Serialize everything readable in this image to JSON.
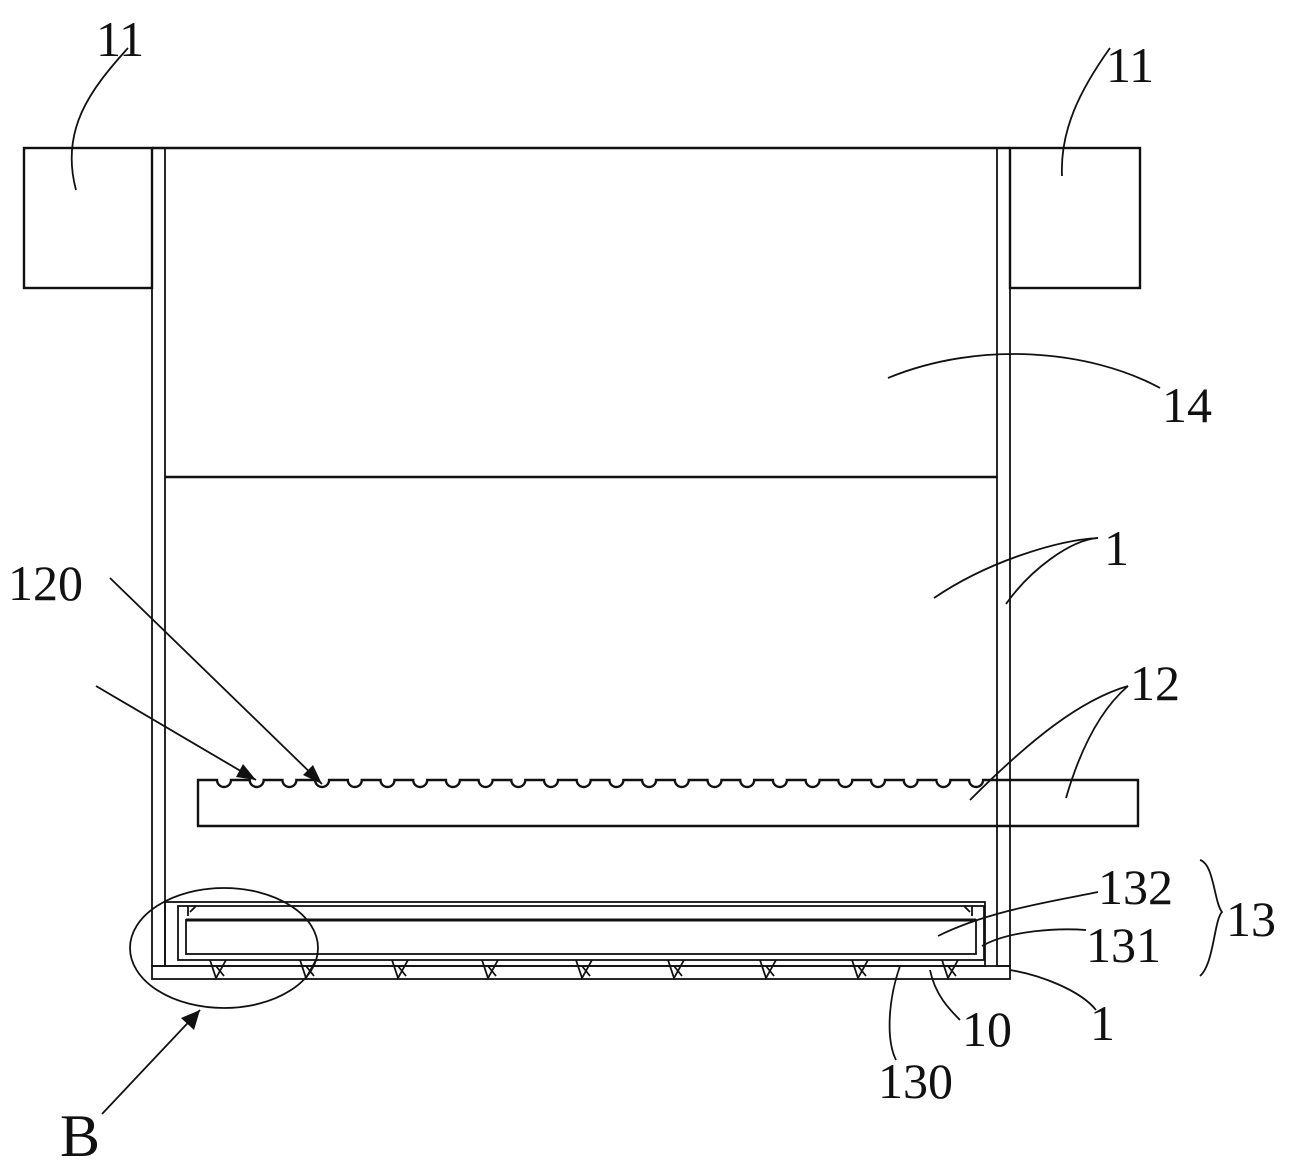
{
  "labels": {
    "l11_left": "11",
    "l11_right": "11",
    "l14": "14",
    "l1_upper": "1",
    "l120": "120",
    "l12": "12",
    "l132": "132",
    "l131": "131",
    "l13": "13",
    "l1_lower": "1",
    "l10": "10",
    "l130": "130",
    "lB": "B"
  }
}
